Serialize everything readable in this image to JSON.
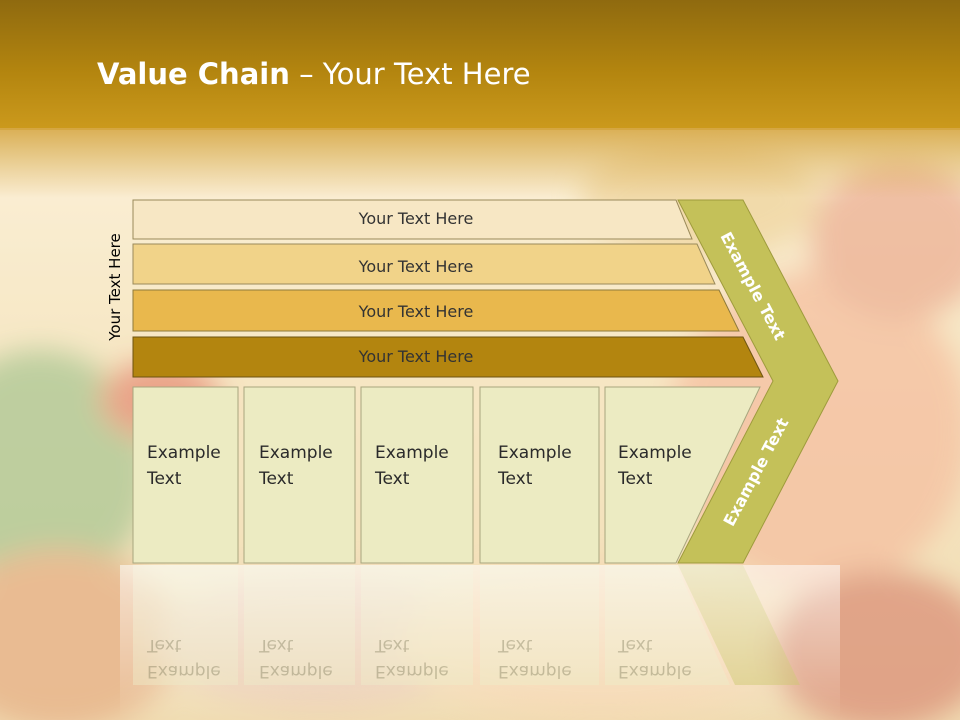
{
  "title": {
    "bold": "Value Chain",
    "rest": " – Your Text Here"
  },
  "side_label": "Your Text Here",
  "bars": [
    {
      "label": "Your Text Here"
    },
    {
      "label": "Your Text Here"
    },
    {
      "label": "Your Text Here"
    },
    {
      "label": "Your Text Here"
    }
  ],
  "boxes": [
    {
      "line1": "Example",
      "line2": "Text"
    },
    {
      "line1": "Example",
      "line2": "Text"
    },
    {
      "line1": "Example",
      "line2": "Text"
    },
    {
      "line1": "Example",
      "line2": "Text"
    },
    {
      "line1": "Example",
      "line2": "Text"
    }
  ],
  "chevron": {
    "upper": "Example Text",
    "lower": "Example Text"
  },
  "colors": {
    "header": "#b3850f",
    "bar1": "#f7e7c4",
    "bar2": "#f1d389",
    "bar3": "#e9b84d",
    "bar4": "#b3850f",
    "box": "#ecebc2",
    "chevron": "#c4c159"
  }
}
